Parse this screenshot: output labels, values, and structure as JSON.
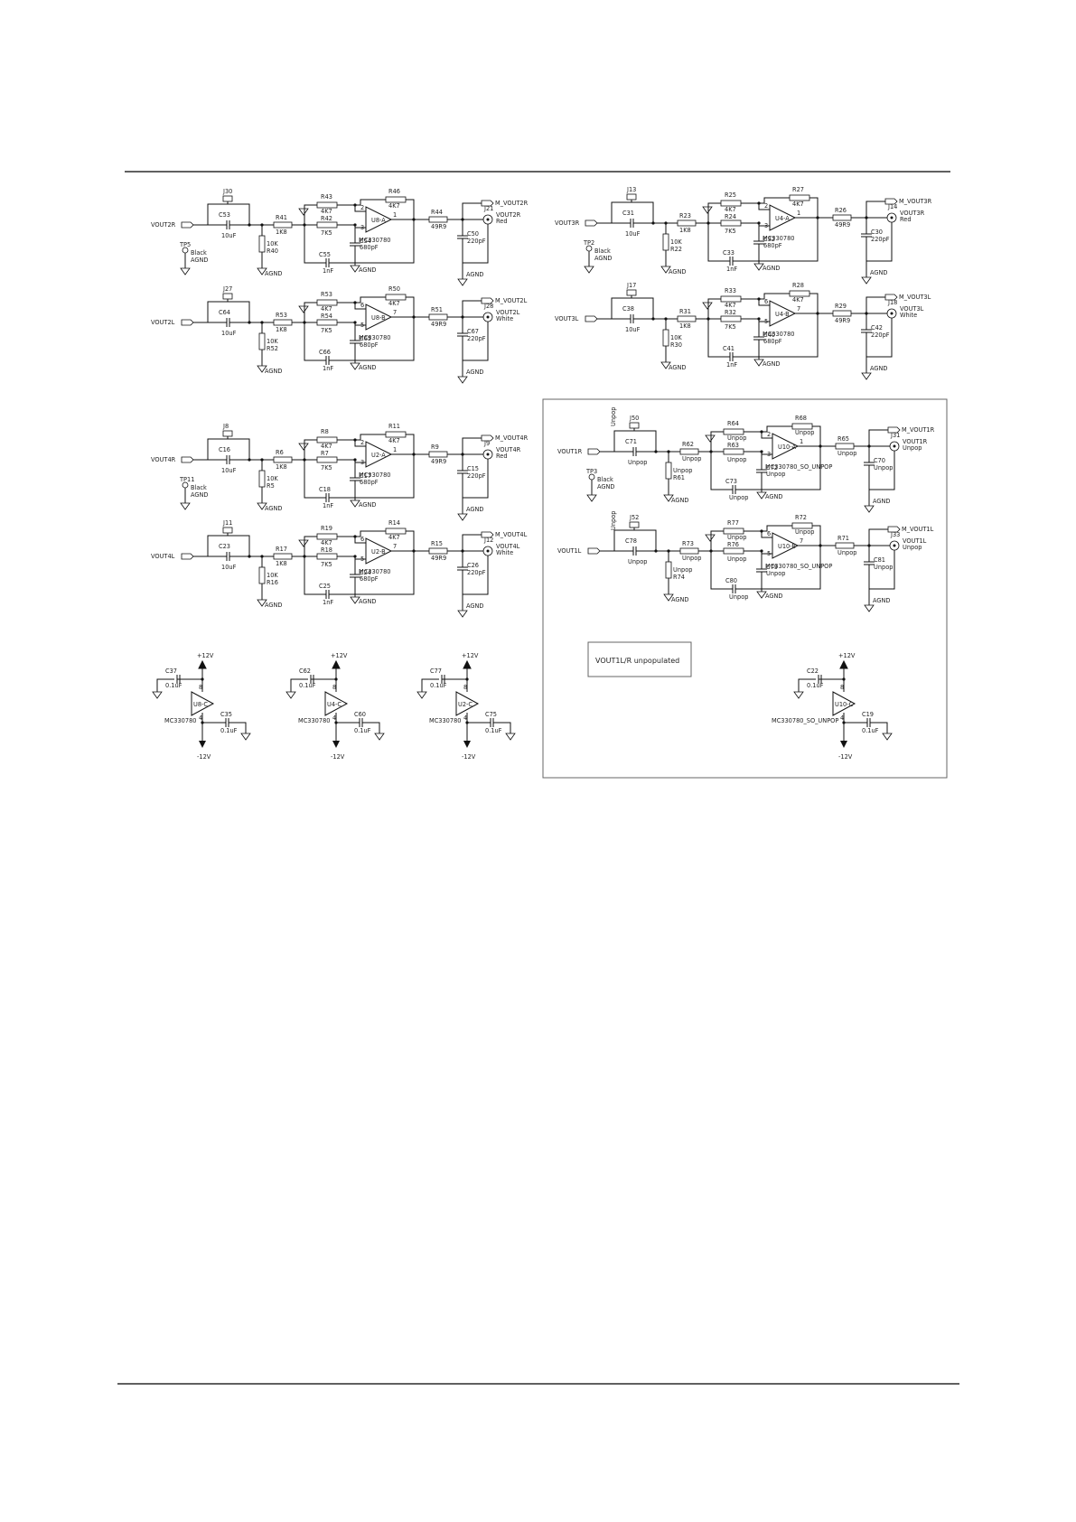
{
  "stages": [
    {
      "in": "VOUT2R",
      "jj": "J30",
      "cin": "C53",
      "cinv": "10uF",
      "ra": "R41",
      "rav": "1K8",
      "rg": "R40",
      "rgv": "10K",
      "gnd": "AGND",
      "rt": "R43",
      "rtv": "4K7",
      "rf": "R46",
      "rfv": "4K7",
      "rb": "R42",
      "rbv": "7K5",
      "cm": "C54",
      "cmv": "680pF",
      "cb": "C55",
      "cbv": "1nF",
      "amp": "U8-A",
      "part": "MC330780",
      "pinA": "2",
      "pinB": "3",
      "pinO": "1",
      "ro": "R44",
      "rov": "49R9",
      "jack": "J21",
      "jl": "VOUT2R",
      "jc": "Red",
      "co": "C50",
      "cov": "220pF",
      "mon": "M_VOUT2R",
      "tp": "TP5",
      "tpc": "Black",
      "tpg": "AGND"
    },
    {
      "in": "VOUT2L",
      "jj": "J27",
      "cin": "C64",
      "cinv": "10uF",
      "ra": "R53",
      "rav": "1K8",
      "rg": "R52",
      "rgv": "10K",
      "gnd": "AGND",
      "rt": "R53",
      "rtv": "4K7",
      "rf": "R50",
      "rfv": "4K7",
      "rb": "R54",
      "rbv": "7K5",
      "cm": "C65",
      "cmv": "680pF",
      "cb": "C66",
      "cbv": "1nF",
      "amp": "U8-B",
      "part": "MC330780",
      "pinA": "6",
      "pinB": "5",
      "pinO": "7",
      "ro": "R51",
      "rov": "49R9",
      "jack": "J28",
      "jl": "VOUT2L",
      "jc": "White",
      "co": "C67",
      "cov": "220pF",
      "mon": "M_VOUT2L",
      "tp": "",
      "tpc": "",
      "tpg": ""
    },
    {
      "in": "VOUT3R",
      "jj": "J13",
      "cin": "C31",
      "cinv": "10uF",
      "ra": "R23",
      "rav": "1K8",
      "rg": "R22",
      "rgv": "10K",
      "gnd": "AGND",
      "rt": "R25",
      "rtv": "4K7",
      "rf": "R27",
      "rfv": "4K7",
      "rb": "R24",
      "rbv": "7K5",
      "cm": "C32",
      "cmv": "680pF",
      "cb": "C33",
      "cbv": "1nF",
      "amp": "U4-A",
      "part": "MC330780",
      "pinA": "2",
      "pinB": "3",
      "pinO": "1",
      "ro": "R26",
      "rov": "49R9",
      "jack": "J14",
      "jl": "VOUT3R",
      "jc": "Red",
      "co": "C30",
      "cov": "220pF",
      "mon": "M_VOUT3R",
      "tp": "TP2",
      "tpc": "Black",
      "tpg": "AGND"
    },
    {
      "in": "VOUT3L",
      "jj": "J17",
      "cin": "C38",
      "cinv": "10uF",
      "ra": "R31",
      "rav": "1K8",
      "rg": "R30",
      "rgv": "10K",
      "gnd": "AGND",
      "rt": "R33",
      "rtv": "4K7",
      "rf": "R28",
      "rfv": "4K7",
      "rb": "R32",
      "rbv": "7K5",
      "cm": "C40",
      "cmv": "680pF",
      "cb": "C41",
      "cbv": "1nF",
      "amp": "U4-B",
      "part": "MC330780",
      "pinA": "6",
      "pinB": "5",
      "pinO": "7",
      "ro": "R29",
      "rov": "49R9",
      "jack": "J18",
      "jl": "VOUT3L",
      "jc": "White",
      "co": "C42",
      "cov": "220pF",
      "mon": "M_VOUT3L",
      "tp": "",
      "tpc": "",
      "tpg": ""
    },
    {
      "in": "VOUT4R",
      "jj": "J8",
      "cin": "C16",
      "cinv": "10uF",
      "ra": "R6",
      "rav": "1K8",
      "rg": "R5",
      "rgv": "10K",
      "gnd": "AGND",
      "rt": "R8",
      "rtv": "4K7",
      "rf": "R11",
      "rfv": "4K7",
      "rb": "R7",
      "rbv": "7K5",
      "cm": "C17",
      "cmv": "680pF",
      "cb": "C18",
      "cbv": "1nF",
      "amp": "U2-A",
      "part": "MC330780",
      "pinA": "2",
      "pinB": "3",
      "pinO": "1",
      "ro": "R9",
      "rov": "49R9",
      "jack": "J9",
      "jl": "VOUT4R",
      "jc": "Red",
      "co": "C15",
      "cov": "220pF",
      "mon": "M_VOUT4R",
      "tp": "TP11",
      "tpc": "Black",
      "tpg": "AGND"
    },
    {
      "in": "VOUT4L",
      "jj": "J11",
      "cin": "C23",
      "cinv": "10uF",
      "ra": "R17",
      "rav": "1K8",
      "rg": "R16",
      "rgv": "10K",
      "gnd": "AGND",
      "rt": "R19",
      "rtv": "4K7",
      "rf": "R14",
      "rfv": "4K7",
      "rb": "R18",
      "rbv": "7K5",
      "cm": "C24",
      "cmv": "680pF",
      "cb": "C25",
      "cbv": "1nF",
      "amp": "U2-B",
      "part": "MC330780",
      "pinA": "6",
      "pinB": "5",
      "pinO": "7",
      "ro": "R15",
      "rov": "49R9",
      "jack": "J12",
      "jl": "VOUT4L",
      "jc": "White",
      "co": "C26",
      "cov": "220pF",
      "mon": "M_VOUT4L",
      "tp": "",
      "tpc": "",
      "tpg": ""
    },
    {
      "in": "VOUT1R",
      "jj": "J50",
      "cin": "C71",
      "cinv": "Unpop",
      "ra": "R62",
      "rav": "Unpop",
      "rg": "R61",
      "rgv": "Unpop",
      "gnd": "AGND",
      "rt": "R64",
      "rtv": "Unpop",
      "rf": "R68",
      "rfv": "Unpop",
      "rb": "R63",
      "rbv": "Unpop",
      "cm": "C72",
      "cmv": "Unpop",
      "cb": "C73",
      "cbv": "Unpop",
      "amp": "U10-A",
      "part": "MC330780_SO_UNPOP",
      "pinA": "2",
      "pinB": "3",
      "pinO": "1",
      "ro": "R65",
      "rov": "Unpop",
      "jack": "J31",
      "jl": "VOUT1R",
      "jc": "Unpop",
      "co": "C70",
      "cov": "Unpop",
      "mon": "M_VOUT1R",
      "tp": "TP3",
      "tpc": "Black",
      "tpg": "AGND"
    },
    {
      "in": "VOUT1L",
      "jj": "J52",
      "cin": "C78",
      "cinv": "Unpop",
      "ra": "R73",
      "rav": "Unpop",
      "rg": "R74",
      "rgv": "Unpop",
      "gnd": "AGND",
      "rt": "R77",
      "rtv": "Unpop",
      "rf": "R72",
      "rfv": "Unpop",
      "rb": "R76",
      "rbv": "Unpop",
      "cm": "C79",
      "cmv": "Unpop",
      "cb": "C80",
      "cbv": "Unpop",
      "amp": "U10-B",
      "part": "MC330780_SO_UNPOP",
      "pinA": "6",
      "pinB": "5",
      "pinO": "7",
      "ro": "R71",
      "rov": "Unpop",
      "jack": "J33",
      "jl": "VOUT1L",
      "jc": "Unpop",
      "co": "C81",
      "cov": "Unpop",
      "mon": "M_VOUT1L",
      "tp": "",
      "tpc": "",
      "tpg": ""
    }
  ],
  "supplies": [
    {
      "cd": "C37",
      "cdv": "0.1uF",
      "cs": "C35",
      "csv": "0.1uF",
      "amp": "U8-C",
      "part": "MC330780",
      "vp": "+12V",
      "vn": "-12V",
      "p8": "8",
      "p4": "4"
    },
    {
      "cd": "C62",
      "cdv": "0.1uF",
      "cs": "C60",
      "csv": "0.1uF",
      "amp": "U4-C",
      "part": "MC330780",
      "vp": "+12V",
      "vn": "-12V",
      "p8": "8",
      "p4": "4"
    },
    {
      "cd": "C77",
      "cdv": "0.1uF",
      "cs": "C75",
      "csv": "0.1uF",
      "amp": "U2-C",
      "part": "MC330780",
      "vp": "+12V",
      "vn": "-12V",
      "p8": "8",
      "p4": "4"
    },
    {
      "cd": "C22",
      "cdv": "0.1uF",
      "cs": "C19",
      "csv": "0.1uF",
      "amp": "U10-C",
      "part": "MC330780_SO_UNPOP",
      "vp": "+12V",
      "vn": "-12V",
      "p8": "8",
      "p4": "4"
    }
  ],
  "unpop_note": "VOUT1L/R unpopulated",
  "jumper_note": "Unpop"
}
